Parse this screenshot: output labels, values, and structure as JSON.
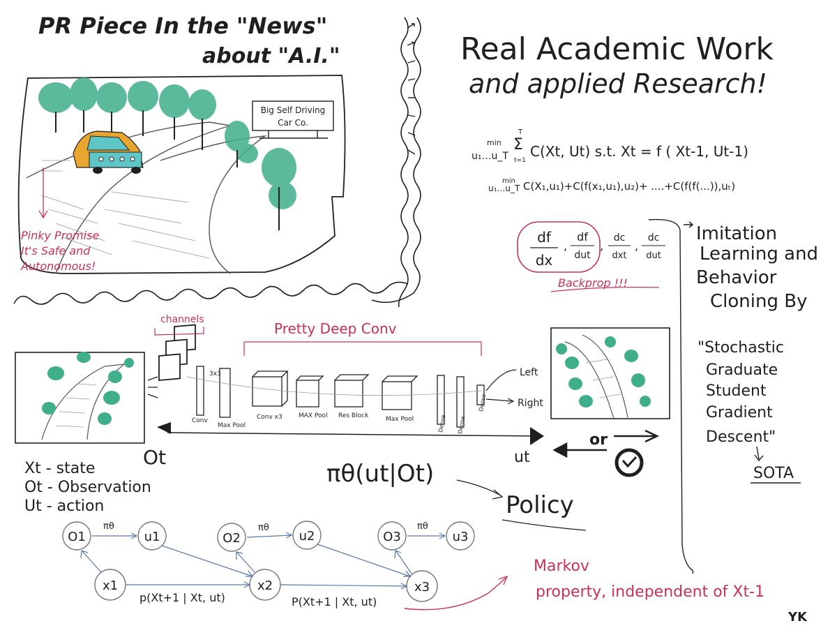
{
  "colors": {
    "ink": "#1f1f1f",
    "pink": "#c8325a",
    "tree": "#3fae8a",
    "car": "#e8a530",
    "car_window": "#5ec6c6",
    "arrow_blue": "#5577aa",
    "node": "#777777"
  },
  "left_title": {
    "line1": "PR Piece In the \"News\"",
    "line2": "about \"A.I.\""
  },
  "right_title": {
    "line1": "Real Academic Work",
    "line2": "and applied Research!"
  },
  "billboard": {
    "line1": "Big Self Driving",
    "line2": "Car Co."
  },
  "pinky": {
    "line1": "Pinky Promise",
    "line2": "It's Safe and",
    "line3": "Autonomous!"
  },
  "equations": {
    "eq1_min": "min",
    "eq1_vars": "u₁…u_T",
    "eq1_sum_top": "T",
    "eq1_sum_bottom": "t=1",
    "eq1_body": "C(Xt, Ut) s.t. Xt = f ( Xt-1, Ut-1)",
    "eq2_min": "min",
    "eq2_vars": "u₁…u_T",
    "eq2_body": "C(X₁,u₁)+C(f(x₁,u₁),u₂)+  ....+C(f(f(...)),uₜ)"
  },
  "derivatives": {
    "d1_num": "df",
    "d1_den": "dx",
    "d2_num": "df",
    "d2_den": "dut",
    "d3_num": "dc",
    "d3_den": "dxt",
    "d4_num": "dc",
    "d4_den": "dut",
    "caption": "Backprop !!!"
  },
  "imitation": {
    "line1": "Imitation",
    "line2": "Learning and",
    "line3": "Behavior",
    "line4": "Cloning By"
  },
  "sgsgd": {
    "line1": "\"Stochastic",
    "line2": "Graduate",
    "line3": "Student",
    "line4": "Gradient",
    "line5": "Descent\"",
    "result": "SOTA"
  },
  "network": {
    "channels": "channels",
    "pretty_deep": "Pretty Deep Conv",
    "kernel": "3x3",
    "layers": [
      "Conv",
      "Max Pool",
      "Conv x3",
      "MAX Pool",
      "Res Block",
      "Max Pool",
      "Dense",
      "Dense",
      "Dense"
    ],
    "out_left": "Left",
    "out_right": "Right",
    "obs_label": "Ot",
    "act_label": "ut",
    "or_label": "or"
  },
  "policy": {
    "expr": "πθ(ut|Ot)",
    "label": "Policy"
  },
  "legend": {
    "line1": "Xt - state",
    "line2": "Ot - Observation",
    "line3": "Ut - action"
  },
  "graph": {
    "pi": "πθ",
    "nodes": {
      "o1": "O1",
      "u1": "u1",
      "x1": "x1",
      "o2": "O2",
      "u2": "u2",
      "x2": "x2",
      "o3": "O3",
      "u3": "u3",
      "x3": "x3"
    },
    "trans1": "p(Xt+1 | Xt, ut)",
    "trans2": "P(Xt+1 | Xt, ut)"
  },
  "markov": {
    "line1": "Markov",
    "line2": "property, independent of Xt-1"
  },
  "signature": "YK"
}
